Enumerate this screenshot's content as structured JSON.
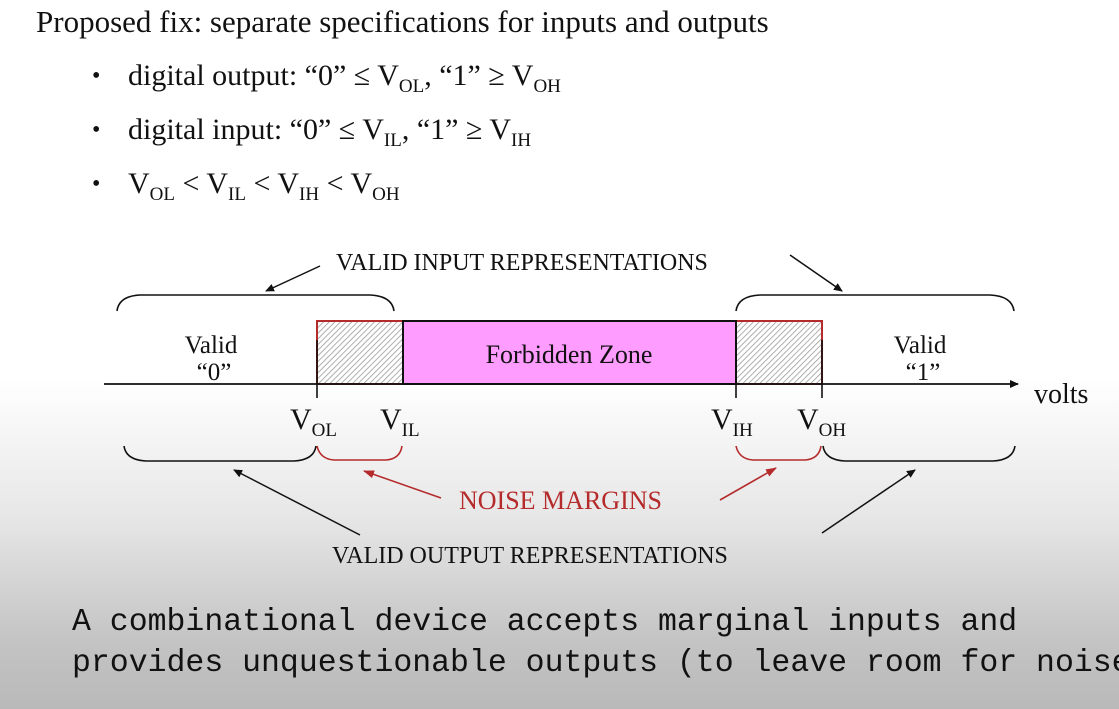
{
  "heading": "Proposed fix: separate specifications for inputs and outputs",
  "bullets": [
    {
      "text": "digital output: “0” ≤ V",
      "sub1": "OL",
      "mid": ", “1” ≥ V",
      "sub2": "OH"
    },
    {
      "text": "digital input: “0” ≤ V",
      "sub1": "IL",
      "mid": ", “1” ≥ V",
      "sub2": "IH"
    },
    {
      "v1": "V",
      "s1": "OL",
      "lt1": " < V",
      "s2": "IL",
      "lt2": " < V",
      "s3": "IH",
      "lt3": " < V",
      "s4": "OH"
    }
  ],
  "diagram": {
    "valid_input_label": "VALID INPUT REPRESENTATIONS",
    "valid_output_label": "VALID OUTPUT REPRESENTATIONS",
    "noise_margins_label": "NOISE MARGINS",
    "forbidden_zone_label": "Forbidden Zone",
    "valid0_line1": "Valid",
    "valid0_line2": "“0”",
    "valid1_line1": "Valid",
    "valid1_line2": "“1”",
    "axis_label": "volts",
    "thresholds": [
      {
        "v": "V",
        "sub": "OL"
      },
      {
        "v": "V",
        "sub": "IL"
      },
      {
        "v": "V",
        "sub": "IH"
      },
      {
        "v": "V",
        "sub": "OH"
      }
    ],
    "colors": {
      "forbidden_fill": "#ff9cff",
      "noise_red": "#b52a2a",
      "line": "#111111"
    }
  },
  "footer_lines": [
    "A combinational device accepts marginal inputs and",
    "provides unquestionable outputs (to leave room for noise)."
  ]
}
